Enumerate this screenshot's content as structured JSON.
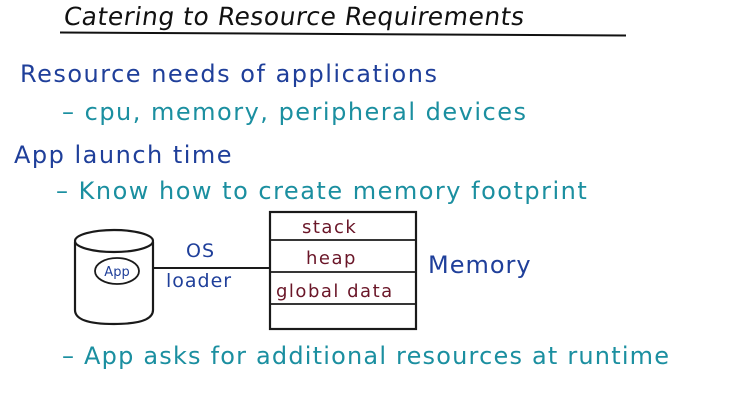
{
  "title": "Catering to Resource Requirements",
  "sections": [
    {
      "heading": "Resource needs of applications",
      "bullet": "– cpu, memory, peripheral devices"
    },
    {
      "heading": "App launch time",
      "bullet": "– Know how to create memory footprint"
    }
  ],
  "diagram": {
    "app_label": "App",
    "connector_top": "OS",
    "connector_bottom": "loader",
    "memory_segments": [
      "stack",
      "heap",
      "global data"
    ],
    "memory_label": "Memory"
  },
  "final_bullet": "– App asks for additional resources at runtime",
  "colors": {
    "title": "#111111",
    "heading": "#1f3f9a",
    "bullet": "#1b8fa0",
    "memory_segment_text": "#6a1628",
    "diagram_stroke": "#1a1a1a"
  }
}
